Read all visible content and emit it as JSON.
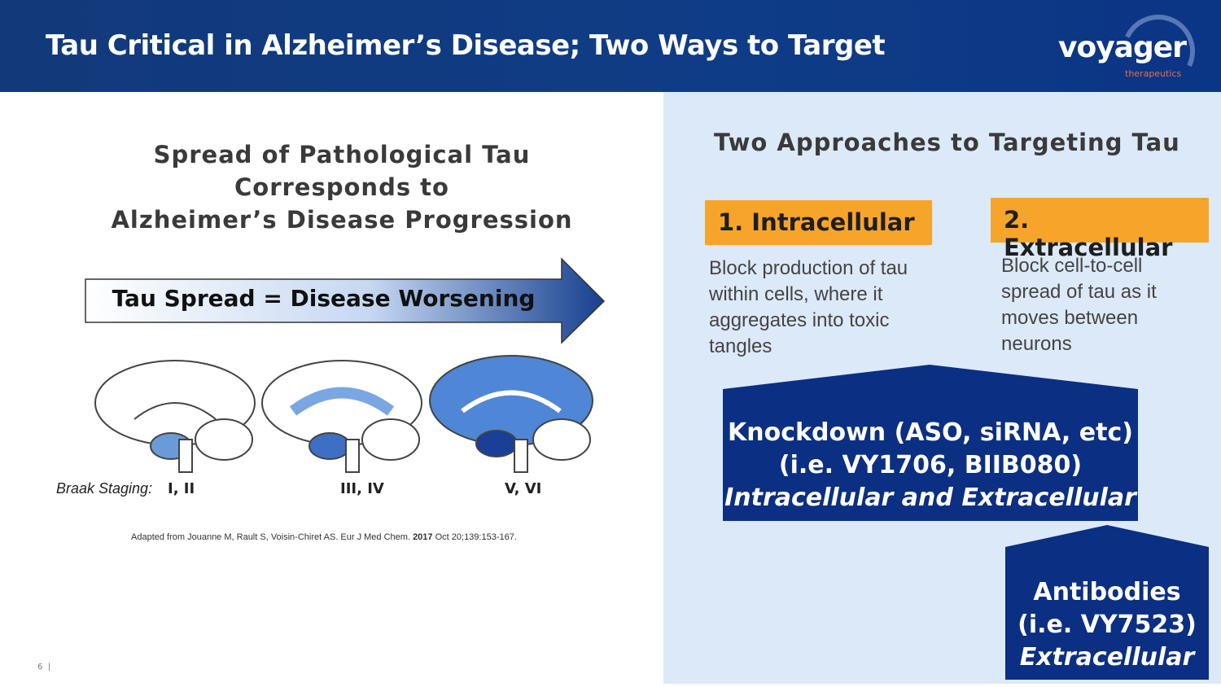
{
  "header": {
    "title": "Tau Critical in Alzheimer’s Disease; Two Ways to Target",
    "logo": "voyager",
    "logo_sub": "therapeutics"
  },
  "left": {
    "heading": [
      "Spread of Pathological Tau",
      "Corresponds to",
      "Alzheimer’s Disease Progression"
    ],
    "arrow_label": "Tau Spread = Disease Worsening",
    "braak_label": "Braak Staging:",
    "stages": [
      "I, II",
      "III, IV",
      "V, VI"
    ],
    "citation_pre": "Adapted from Jouanne M, Rault S, Voisin-Chiret AS. Eur J Med Chem. ",
    "citation_year": "2017",
    "citation_post": " Oct 20;139:153-167.",
    "page_number": "6"
  },
  "right": {
    "heading": "Two Approaches to Targeting Tau",
    "approaches": [
      {
        "label": "1. Intracellular",
        "text": [
          "Block production of tau",
          "within cells, where it",
          "aggregates into toxic",
          "tangles"
        ]
      },
      {
        "label": "2. Extracellular",
        "text": [
          "Block cell-to-cell",
          "spread of tau as it",
          "moves between",
          "neurons"
        ]
      }
    ],
    "knockdown": [
      "Knockdown (ASO, siRNA, etc)",
      "(i.e. VY1706, BIIB080)",
      "Intracellular and Extracellular"
    ],
    "antibodies": [
      "Antibodies",
      "(i.e. VY7523)",
      "Extracellular"
    ]
  },
  "colors": {
    "header": "#0f3c86",
    "panel": "#dce9f8",
    "orange": "#f6a52a",
    "navy": "#0b2f82"
  }
}
